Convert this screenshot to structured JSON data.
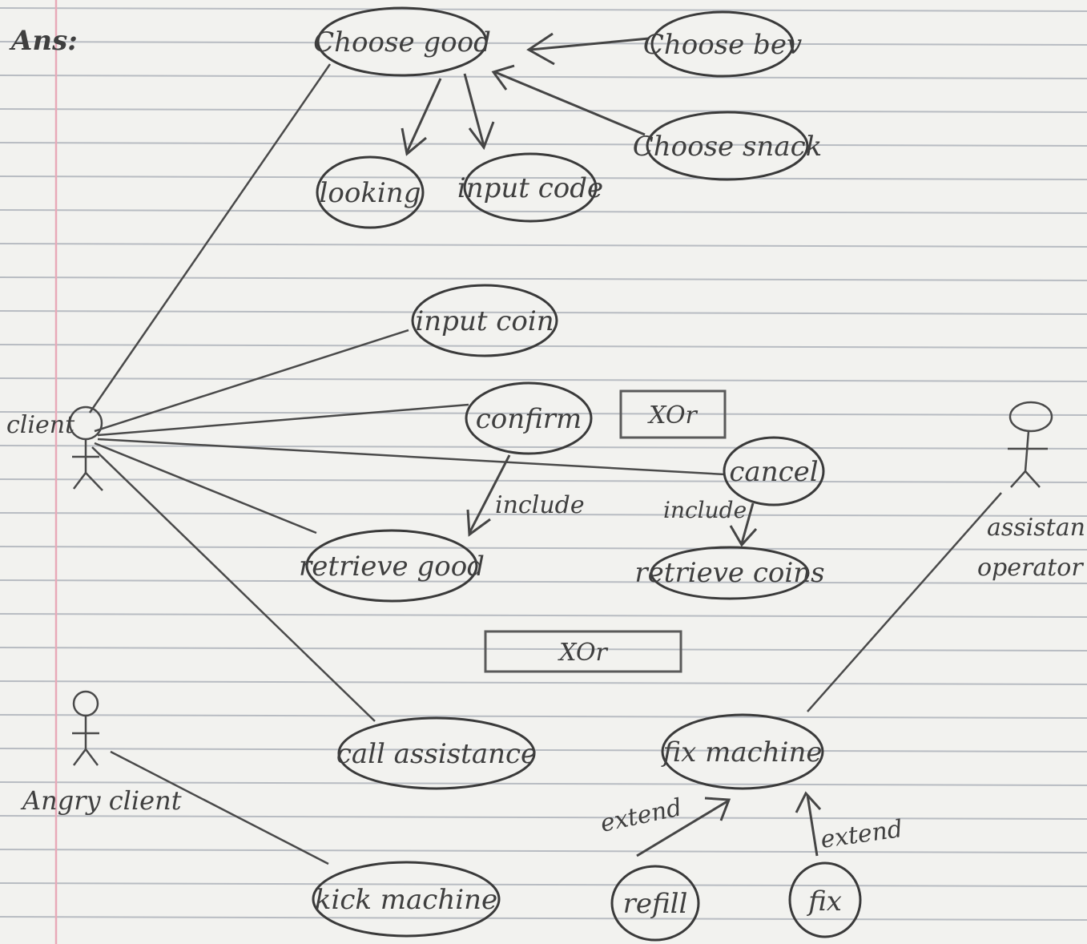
{
  "heading": "Ans:",
  "actors": {
    "client": "client",
    "angry_client": "Angry client",
    "assistant_operator_line1": "assistan",
    "assistant_operator_line2": "operator"
  },
  "use_cases": {
    "choose_good": "Choose good",
    "choose_bev": "Choose bev",
    "choose_snack": "Choose snack",
    "looking": "looking",
    "input_code": "input code",
    "input_coin": "input coin",
    "confirm": "confirm",
    "cancel": "cancel",
    "retrieve_good": "retrieve good",
    "retrieve_coins": "retrieve coins",
    "call_assistance": "call assistance",
    "fix_machine": "fix machine",
    "kick_machine": "kick machine",
    "refill": "refill",
    "fix": "fix"
  },
  "boxes": {
    "xor_top": "XOr",
    "xor_bottom": "XOr"
  },
  "relations": {
    "include_confirm": "include",
    "include_cancel": "include",
    "extend_refill": "extend",
    "extend_fix": "extend"
  },
  "colors": {
    "paper": "#f2f2ef",
    "ink": "#3f3f3f",
    "rule": "#b8bcc2",
    "margin": "#e8a9b8"
  }
}
